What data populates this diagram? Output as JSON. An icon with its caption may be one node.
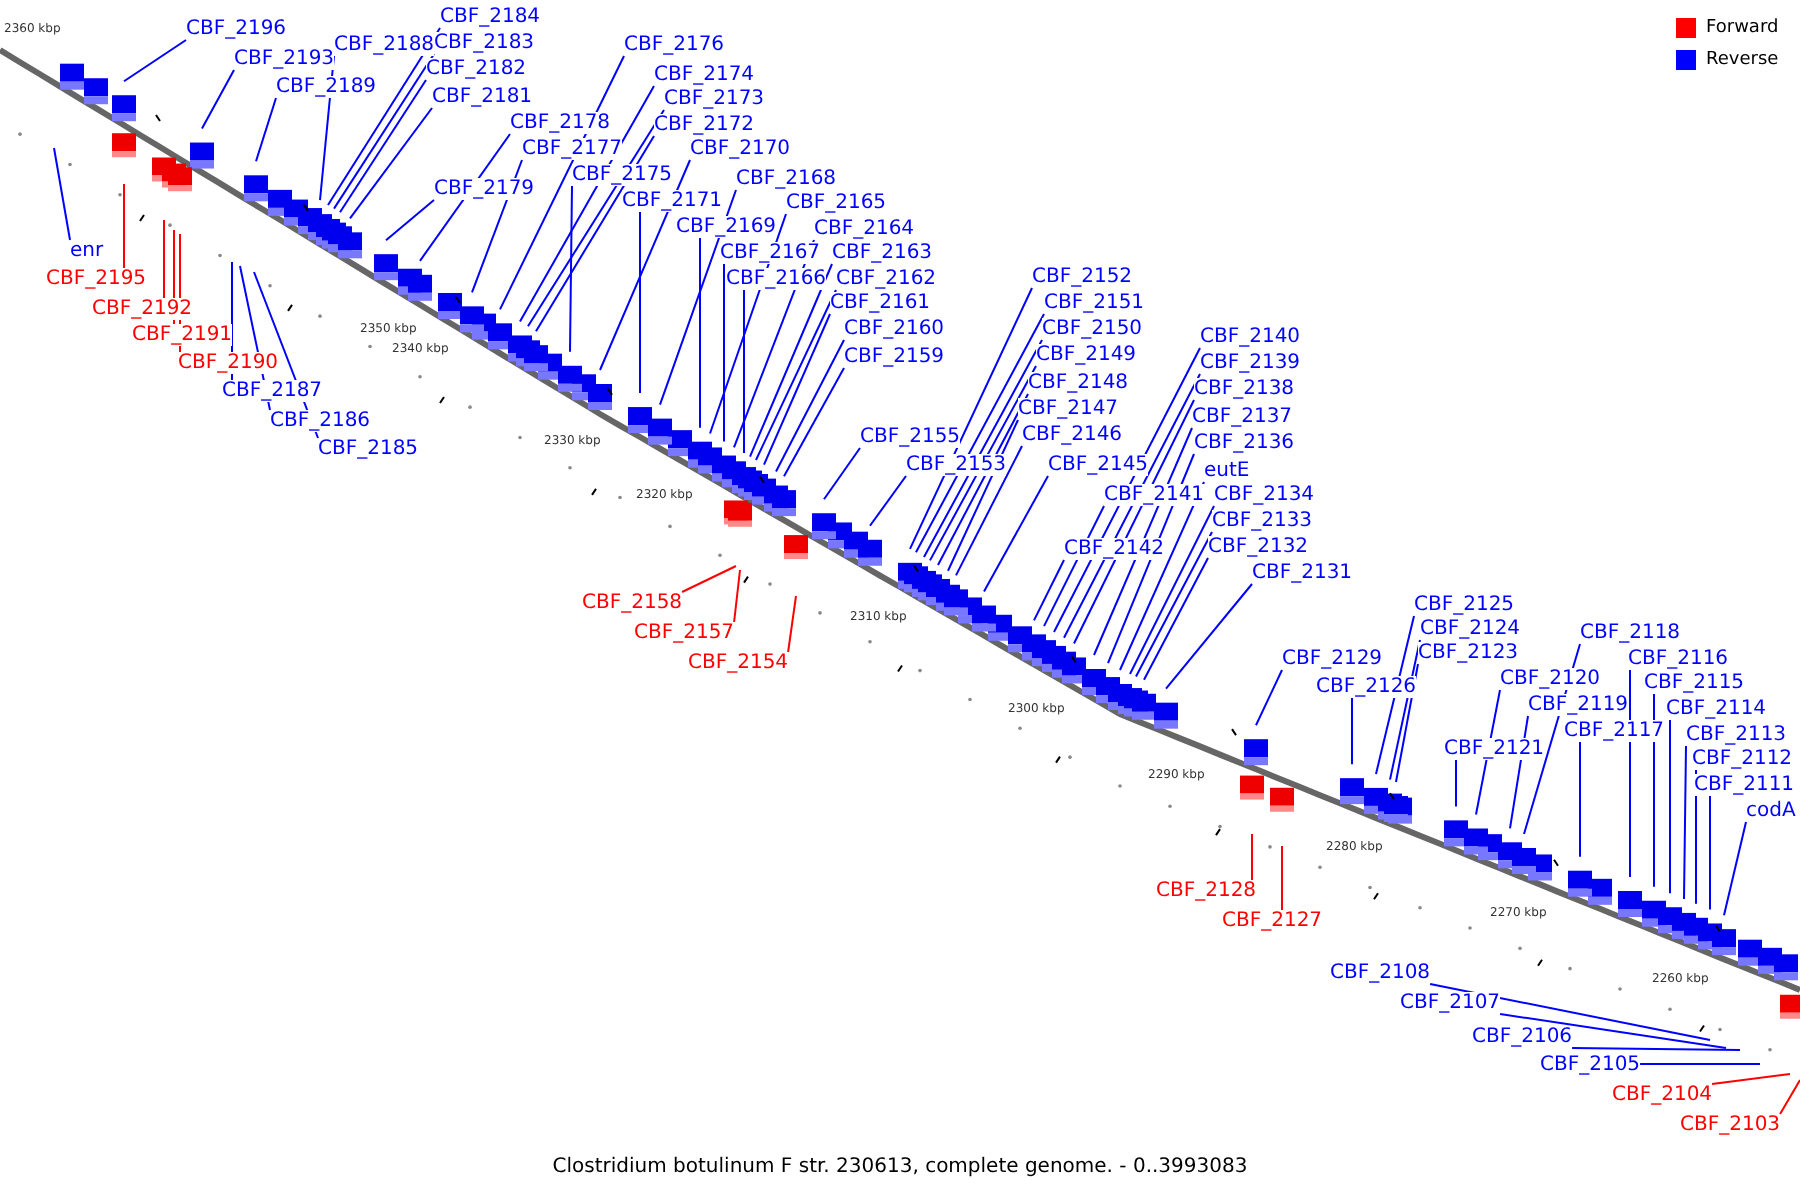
{
  "diagram": {
    "caption": "Clostridium botulinum F str. 230613, complete genome. - 0..3993083",
    "nodes": [
      {
        "text": [
          "CBF_2196"
        ]
      },
      {
        "text": [
          "enr"
        ]
      },
      {
        "text": [
          "CBF_2195"
        ]
      },
      {
        "text": [
          "CBF_2193"
        ]
      },
      {
        "text": [
          "CBF_2192"
        ]
      },
      {
        "text": [
          "CBF_2191"
        ]
      },
      {
        "text": [
          "CBF_2190"
        ]
      },
      {
        "text": [
          "CBF_2189"
        ]
      },
      {
        "text": [
          "CBF_2188"
        ]
      },
      {
        "text": [
          "CBF_2187"
        ]
      },
      {
        "text": [
          "CBF_2186"
        ]
      },
      {
        "text": [
          "CBF_2185"
        ]
      },
      {
        "text": [
          "CBF_2184"
        ]
      },
      {
        "text": [
          "CBF_2183"
        ]
      },
      {
        "text": [
          "CBF_2182"
        ]
      },
      {
        "text": [
          "CBF_2181"
        ]
      },
      {
        "text": [
          "CBF_2179"
        ]
      },
      {
        "text": [
          "CBF_2178"
        ]
      },
      {
        "text": [
          "CBF_2177"
        ]
      },
      {
        "text": [
          "CBF_2176"
        ]
      },
      {
        "text": [
          "CBF_2174"
        ]
      },
      {
        "text": [
          "CBF_2173"
        ]
      },
      {
        "text": [
          "CBF_2172"
        ]
      },
      {
        "text": [
          "CBF_2175"
        ]
      },
      {
        "text": [
          "CBF_2170"
        ]
      },
      {
        "text": [
          "CBF_2171"
        ]
      },
      {
        "text": [
          "CBF_2168"
        ]
      },
      {
        "text": [
          "CBF_2169"
        ]
      },
      {
        "text": [
          "CBF_2165"
        ]
      },
      {
        "text": [
          "CBF_2167"
        ]
      },
      {
        "text": [
          "CBF_2164"
        ]
      },
      {
        "text": [
          "CBF_2166"
        ]
      },
      {
        "text": [
          "CBF_2163"
        ]
      },
      {
        "text": [
          "CBF_2162"
        ]
      },
      {
        "text": [
          "CBF_2161"
        ]
      },
      {
        "text": [
          "CBF_2160"
        ]
      },
      {
        "text": [
          "CBF_2159"
        ]
      },
      {
        "text": [
          "CBF_2158"
        ]
      },
      {
        "text": [
          "CBF_2157"
        ]
      },
      {
        "text": [
          "CBF_2155"
        ]
      },
      {
        "text": [
          "CBF_2154"
        ]
      },
      {
        "text": [
          "CBF_2153"
        ]
      },
      {
        "text": [
          "CBF_2152"
        ]
      },
      {
        "text": [
          "CBF_2151"
        ]
      },
      {
        "text": [
          "CBF_2150"
        ]
      },
      {
        "text": [
          "CBF_2149"
        ]
      },
      {
        "text": [
          "CBF_2148"
        ]
      },
      {
        "text": [
          "CBF_2147"
        ]
      },
      {
        "text": [
          "CBF_2146"
        ]
      },
      {
        "text": [
          "CBF_2145"
        ]
      },
      {
        "text": [
          "CBF_2142"
        ]
      },
      {
        "text": [
          "CBF_2141"
        ]
      },
      {
        "text": [
          "CBF_2140"
        ]
      },
      {
        "text": [
          "CBF_2139"
        ]
      },
      {
        "text": [
          "CBF_2138"
        ]
      },
      {
        "text": [
          "CBF_2137"
        ]
      },
      {
        "text": [
          "CBF_2136"
        ]
      },
      {
        "text": [
          "eutE"
        ]
      },
      {
        "text": [
          "CBF_2134"
        ]
      },
      {
        "text": [
          "CBF_2133"
        ]
      },
      {
        "text": [
          "CBF_2132"
        ]
      },
      {
        "text": [
          "CBF_2131"
        ]
      },
      {
        "text": [
          "CBF_2129"
        ]
      },
      {
        "text": [
          "CBF_2128"
        ]
      },
      {
        "text": [
          "CBF_2127"
        ]
      },
      {
        "text": [
          "CBF_2126"
        ]
      },
      {
        "text": [
          "CBF_2125"
        ]
      },
      {
        "text": [
          "CBF_2124"
        ]
      },
      {
        "text": [
          "CBF_2123"
        ]
      },
      {
        "text": [
          "CBF_2121"
        ]
      },
      {
        "text": [
          "CBF_2120"
        ]
      },
      {
        "text": [
          "CBF_2119"
        ]
      },
      {
        "text": [
          "CBF_2118"
        ]
      },
      {
        "text": [
          "CBF_2117"
        ]
      },
      {
        "text": [
          "CBF_2116"
        ]
      },
      {
        "text": [
          "CBF_2115"
        ]
      },
      {
        "text": [
          "CBF_2114"
        ]
      },
      {
        "text": [
          "CBF_2113"
        ]
      },
      {
        "text": [
          "CBF_2112"
        ]
      },
      {
        "text": [
          "CBF_2111"
        ]
      },
      {
        "text": [
          "codA"
        ]
      },
      {
        "text": [
          "CBF_2108"
        ]
      },
      {
        "text": [
          "CBF_2107"
        ]
      },
      {
        "text": [
          "CBF_2106"
        ]
      },
      {
        "text": [
          "CBF_2105"
        ]
      },
      {
        "text": [
          "CBF_2104"
        ]
      },
      {
        "text": [
          "CBF_2103"
        ]
      }
    ],
    "edges": [
      {
        "from": 0,
        "to": null,
        "arrow": "none"
      },
      {
        "from": 1,
        "to": null,
        "arrow": "none"
      },
      {
        "from": 2,
        "to": null,
        "arrow": "none",
        "color": "#ff0000"
      },
      {
        "from": 3,
        "to": null,
        "arrow": "none"
      },
      {
        "from": 4,
        "to": null,
        "arrow": "none",
        "color": "#ff0000"
      },
      {
        "from": 5,
        "to": null,
        "arrow": "none",
        "color": "#ff0000"
      },
      {
        "from": 6,
        "to": null,
        "arrow": "none",
        "color": "#ff0000"
      },
      {
        "from": 7,
        "to": null,
        "arrow": "none"
      },
      {
        "from": 8,
        "to": null,
        "arrow": "none"
      },
      {
        "from": 9,
        "to": null,
        "arrow": "none"
      },
      {
        "from": 10,
        "to": null,
        "arrow": "none"
      },
      {
        "from": 11,
        "to": null,
        "arrow": "none"
      },
      {
        "from": 12,
        "to": null,
        "arrow": "none"
      },
      {
        "from": 13,
        "to": null,
        "arrow": "none"
      },
      {
        "from": 14,
        "to": null,
        "arrow": "none"
      },
      {
        "from": 15,
        "to": null,
        "arrow": "none"
      },
      {
        "from": 16,
        "to": null,
        "arrow": "none"
      },
      {
        "from": 17,
        "to": null,
        "arrow": "none"
      },
      {
        "from": 18,
        "to": null,
        "arrow": "none"
      },
      {
        "from": 19,
        "to": null,
        "arrow": "none"
      },
      {
        "from": 20,
        "to": null,
        "arrow": "none"
      },
      {
        "from": 21,
        "to": null,
        "arrow": "none"
      },
      {
        "from": 22,
        "to": null,
        "arrow": "none"
      },
      {
        "from": 23,
        "to": null,
        "arrow": "none"
      },
      {
        "from": 24,
        "to": null,
        "arrow": "none"
      },
      {
        "from": 25,
        "to": null,
        "arrow": "none"
      },
      {
        "from": 26,
        "to": null,
        "arrow": "none"
      },
      {
        "from": 27,
        "to": null,
        "arrow": "none"
      },
      {
        "from": 28,
        "to": null,
        "arrow": "none"
      },
      {
        "from": 29,
        "to": null,
        "arrow": "none"
      },
      {
        "from": 30,
        "to": null,
        "arrow": "none"
      },
      {
        "from": 31,
        "to": null,
        "arrow": "none"
      },
      {
        "from": 32,
        "to": null,
        "arrow": "none"
      },
      {
        "from": 33,
        "to": null,
        "arrow": "none"
      },
      {
        "from": 34,
        "to": null,
        "arrow": "none"
      },
      {
        "from": 35,
        "to": null,
        "arrow": "none"
      },
      {
        "from": 36,
        "to": null,
        "arrow": "none"
      },
      {
        "from": 37,
        "to": null,
        "arrow": "none",
        "color": "#ff0000"
      },
      {
        "from": 38,
        "to": null,
        "arrow": "none",
        "color": "#ff0000"
      },
      {
        "from": 39,
        "to": null,
        "arrow": "none"
      },
      {
        "from": 40,
        "to": null,
        "arrow": "none",
        "color": "#ff0000"
      },
      {
        "from": 41,
        "to": null,
        "arrow": "none"
      },
      {
        "from": 42,
        "to": null,
        "arrow": "none"
      },
      {
        "from": 43,
        "to": null,
        "arrow": "none"
      },
      {
        "from": 44,
        "to": null,
        "arrow": "none"
      },
      {
        "from": 45,
        "to": null,
        "arrow": "none"
      },
      {
        "from": 46,
        "to": null,
        "arrow": "none"
      },
      {
        "from": 47,
        "to": null,
        "arrow": "none"
      },
      {
        "from": 48,
        "to": null,
        "arrow": "none"
      },
      {
        "from": 49,
        "to": null,
        "arrow": "none"
      },
      {
        "from": 50,
        "to": null,
        "arrow": "none"
      },
      {
        "from": 51,
        "to": null,
        "arrow": "none"
      },
      {
        "from": 52,
        "to": null,
        "arrow": "none"
      },
      {
        "from": 53,
        "to": null,
        "arrow": "none"
      },
      {
        "from": 54,
        "to": null,
        "arrow": "none"
      },
      {
        "from": 55,
        "to": null,
        "arrow": "none"
      },
      {
        "from": 56,
        "to": null,
        "arrow": "none"
      },
      {
        "from": 57,
        "to": null,
        "arrow": "none"
      },
      {
        "from": 58,
        "to": null,
        "arrow": "none"
      },
      {
        "from": 59,
        "to": null,
        "arrow": "none"
      },
      {
        "from": 60,
        "to": null,
        "arrow": "none"
      },
      {
        "from": 61,
        "to": null,
        "arrow": "none"
      },
      {
        "from": 62,
        "to": null,
        "arrow": "none"
      },
      {
        "from": 63,
        "to": null,
        "arrow": "none",
        "color": "#ff0000"
      },
      {
        "from": 64,
        "to": null,
        "arrow": "none",
        "color": "#ff0000"
      },
      {
        "from": 65,
        "to": null,
        "arrow": "none"
      },
      {
        "from": 66,
        "to": null,
        "arrow": "none"
      },
      {
        "from": 67,
        "to": null,
        "arrow": "none"
      },
      {
        "from": 68,
        "to": null,
        "arrow": "none"
      },
      {
        "from": 69,
        "to": null,
        "arrow": "none"
      },
      {
        "from": 70,
        "to": null,
        "arrow": "none"
      },
      {
        "from": 71,
        "to": null,
        "arrow": "none"
      },
      {
        "from": 72,
        "to": null,
        "arrow": "none"
      },
      {
        "from": 73,
        "to": null,
        "arrow": "none"
      },
      {
        "from": 74,
        "to": null,
        "arrow": "none"
      },
      {
        "from": 75,
        "to": null,
        "arrow": "none"
      },
      {
        "from": 76,
        "to": null,
        "arrow": "none"
      },
      {
        "from": 77,
        "to": null,
        "arrow": "none"
      },
      {
        "from": 78,
        "to": null,
        "arrow": "none"
      },
      {
        "from": 79,
        "to": null,
        "arrow": "none"
      },
      {
        "from": 80,
        "to": null,
        "arrow": "none"
      },
      {
        "from": 81,
        "to": null,
        "arrow": "none"
      },
      {
        "from": 82,
        "to": null,
        "arrow": "none"
      },
      {
        "from": 83,
        "to": null,
        "arrow": "none"
      },
      {
        "from": 84,
        "to": null,
        "arrow": "none"
      },
      {
        "from": 85,
        "to": null,
        "arrow": "none",
        "color": "#ff0000"
      },
      {
        "from": 86,
        "to": null,
        "arrow": "none",
        "color": "#ff0000"
      }
    ],
    "labels": [
      "2360 kbp",
      "2350 kbp",
      "2340 kbp",
      "2330 kbp",
      "2320 kbp",
      "2310 kbp",
      "2300 kbp",
      "2290 kbp",
      "2280 kbp",
      "2270 kbp",
      "2260 kbp"
    ],
    "legend": [
      {
        "text": "Forward",
        "color": "#ff0000"
      },
      {
        "text": "Reverse",
        "color": "#0000ff"
      }
    ]
  }
}
